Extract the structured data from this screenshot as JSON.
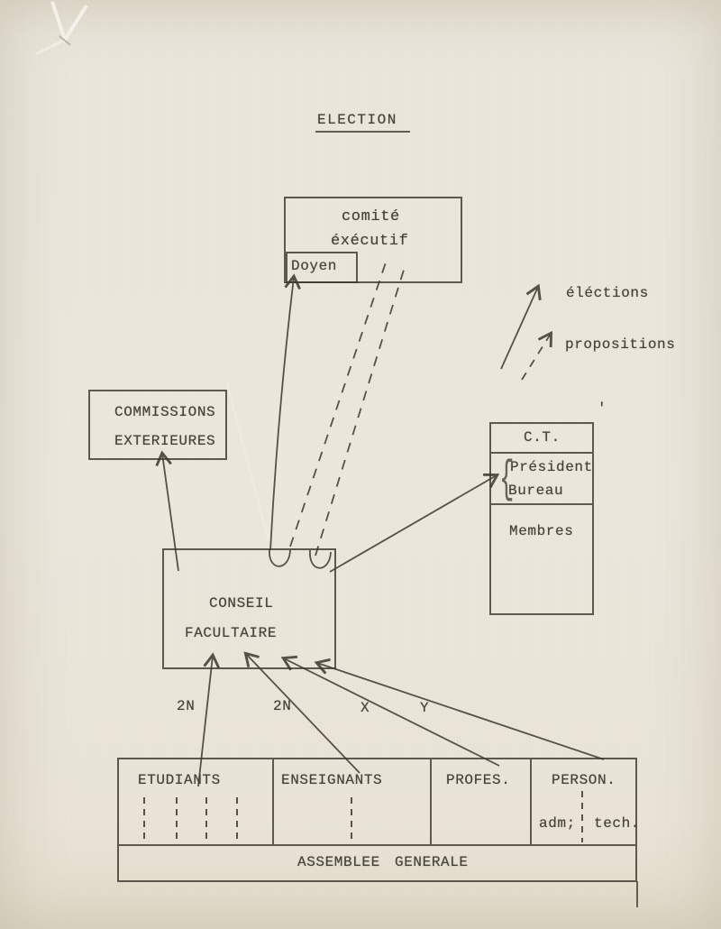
{
  "page": {
    "title": "ELECTION"
  },
  "colors": {
    "paper": "#eae6db",
    "ink": "#474239",
    "line": "#4a443b"
  },
  "legend": {
    "elections": "éléctions",
    "propositions": "propositions"
  },
  "comite": {
    "line1": "comité",
    "line2": "éxécutif",
    "doyen": "Doyen"
  },
  "commissions": {
    "line1": "COMMISSIONS",
    "line2": "EXTERIEURES"
  },
  "ct": {
    "header": "C.T.",
    "brace": "{",
    "president": "Président",
    "bureau": "Bureau",
    "membres": "Membres"
  },
  "conseil": {
    "line1": "CONSEIL",
    "line2": "FACULTAIRE"
  },
  "vote_labels": {
    "etudiants": "2N",
    "enseignants": "2N",
    "profes": "X",
    "person": "Y"
  },
  "assembly": {
    "groups": [
      {
        "label": "ETUDIANTS"
      },
      {
        "label": "ENSEIGNANTS"
      },
      {
        "label": "PROFES."
      },
      {
        "label": "PERSON.",
        "sub_left": "adm;",
        "sub_right": "tech."
      }
    ],
    "label": "ASSEMBLEE GENERALE"
  },
  "stray_mark": "'"
}
